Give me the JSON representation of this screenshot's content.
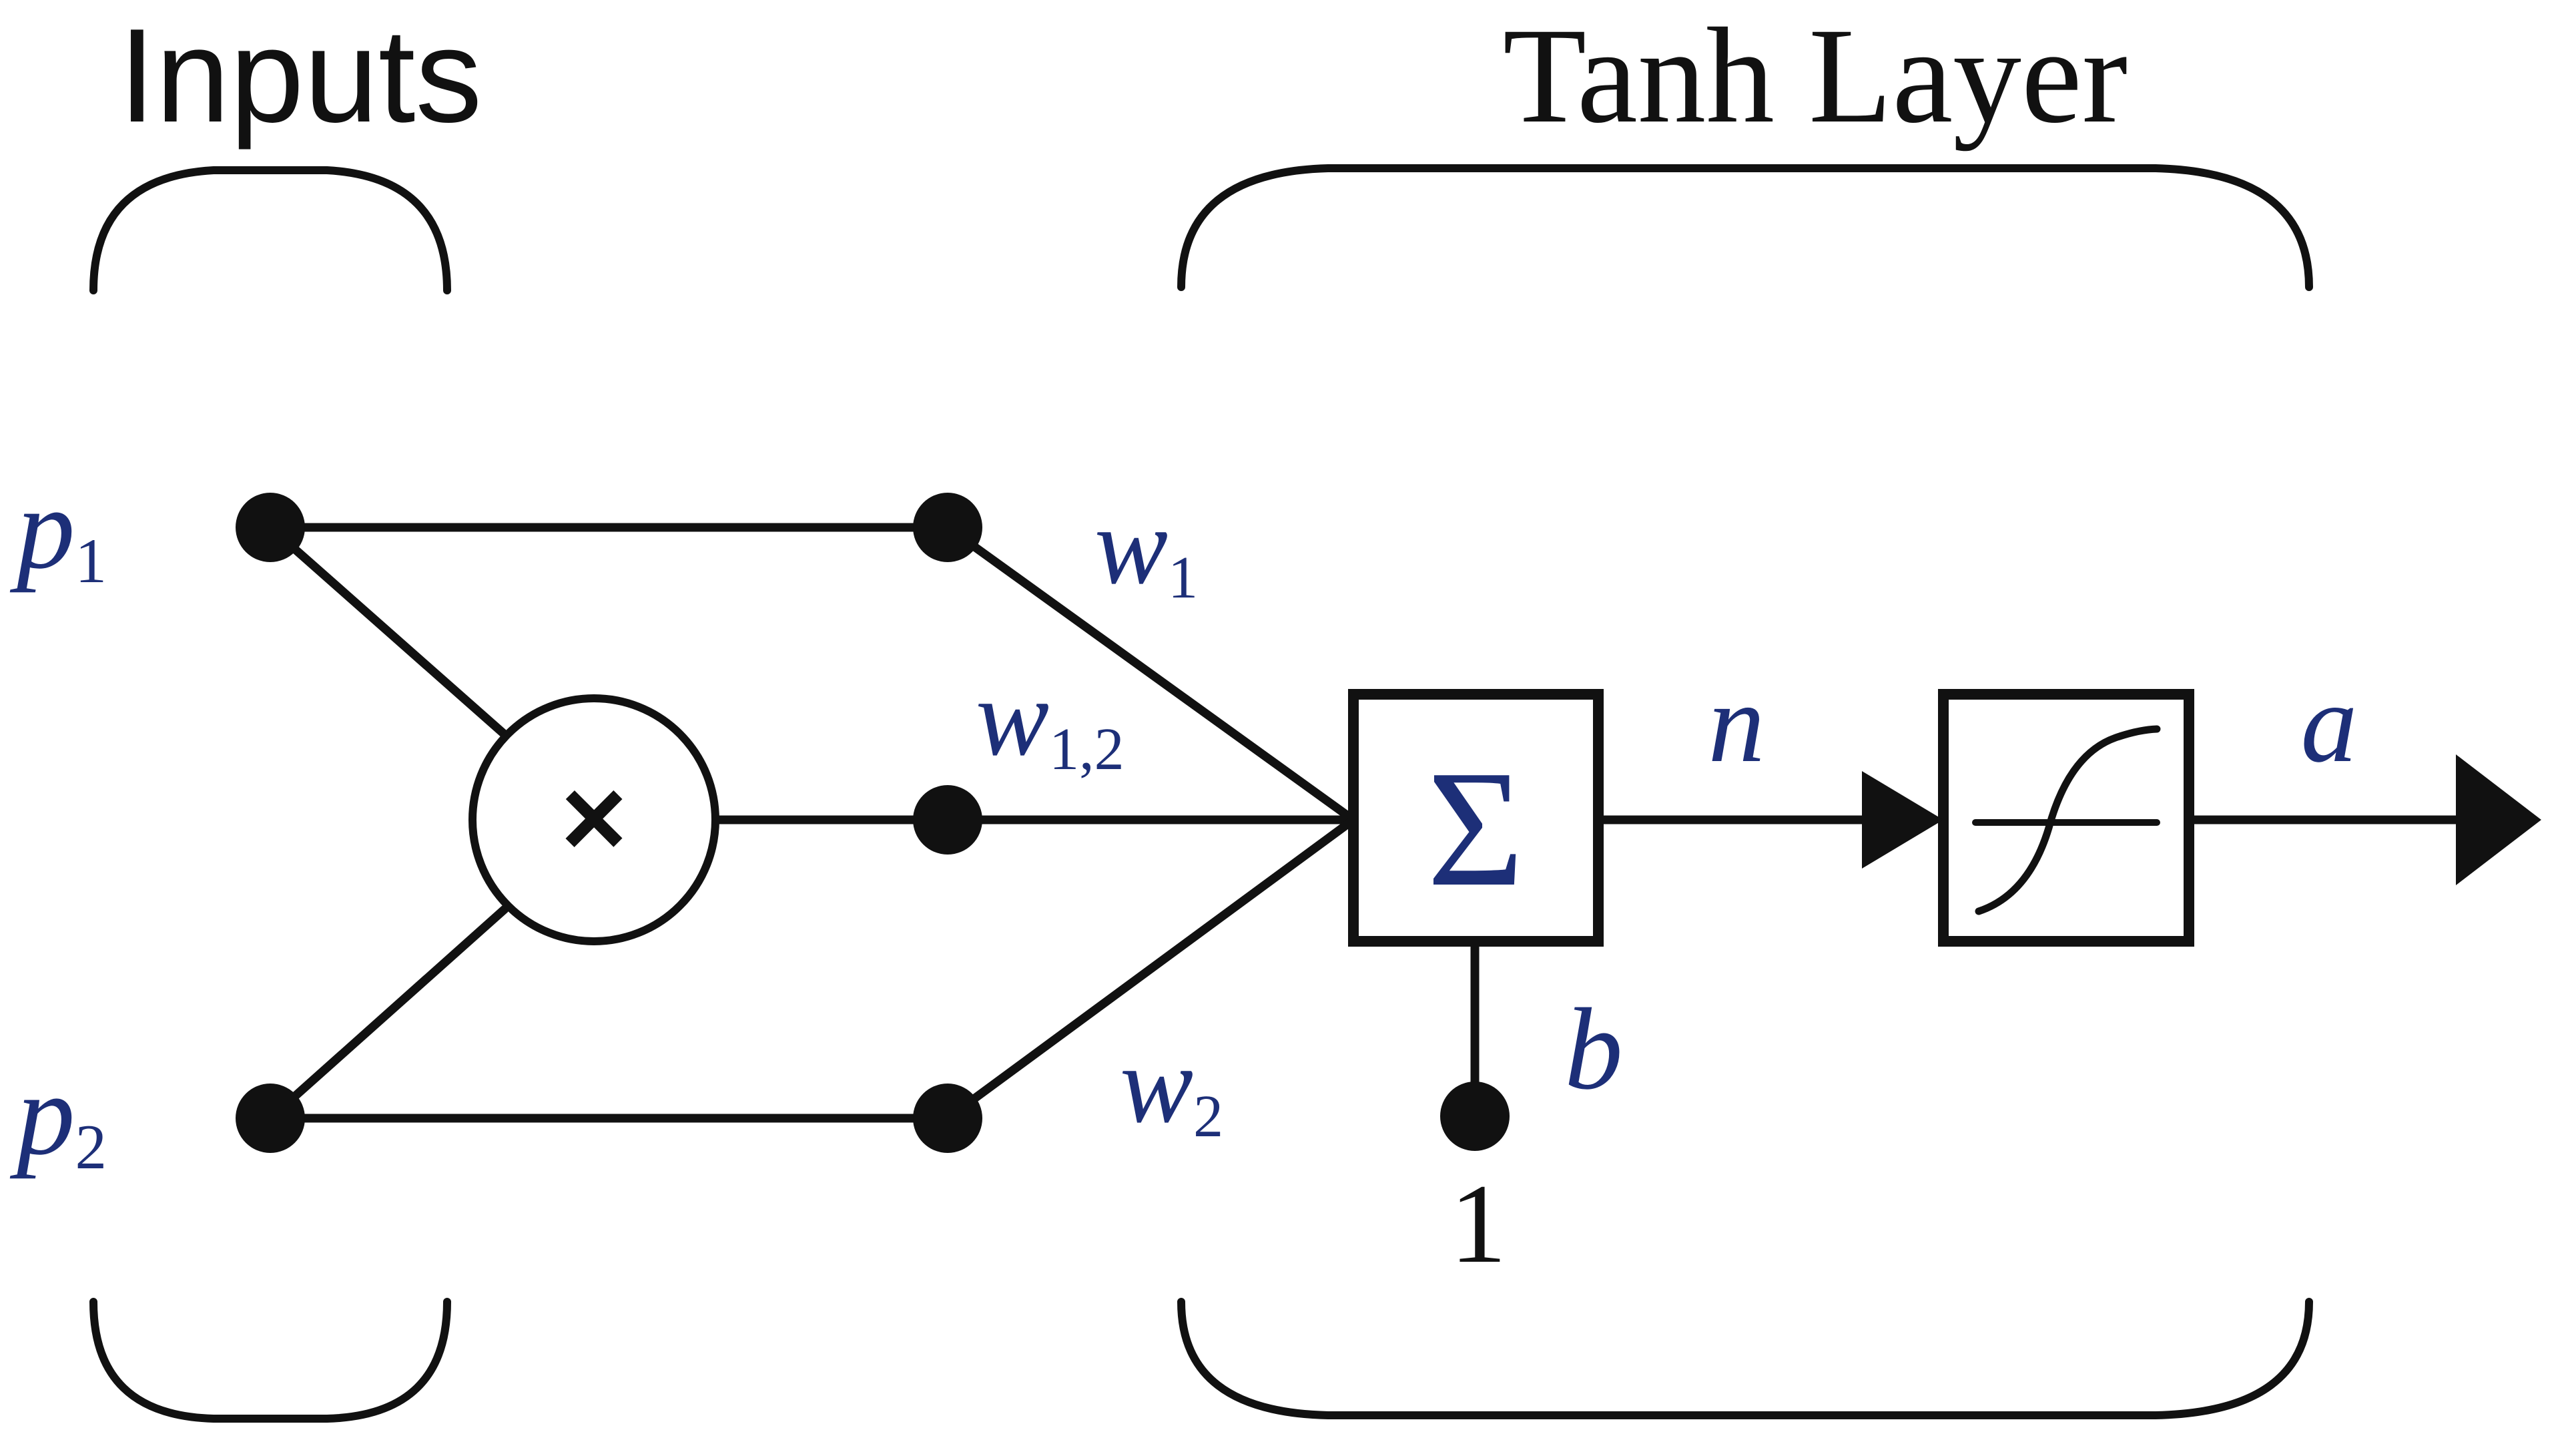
{
  "headings": {
    "inputs": "Inputs",
    "layer": "Tanh Layer"
  },
  "labels": {
    "p1": {
      "base": "p",
      "sub": "1"
    },
    "p2": {
      "base": "p",
      "sub": "2"
    },
    "w1": {
      "base": "w",
      "sub": "1"
    },
    "w12": {
      "base": "w",
      "sub": "1,2"
    },
    "w2": {
      "base": "w",
      "sub": "2"
    },
    "n": "n",
    "a": "a",
    "b": "b",
    "bias_input": "1",
    "multiply": "×",
    "sum": "Σ"
  },
  "colors": {
    "ink": "#111111",
    "label": "#1d2f78",
    "background": "#ffffff"
  },
  "icons": {
    "multiply_node": "circle-times-icon",
    "summation_block": "sigma-box-icon",
    "transfer_function": "tanh-sigmoid-icon",
    "arrowheads": "triangle-arrow-icon"
  }
}
